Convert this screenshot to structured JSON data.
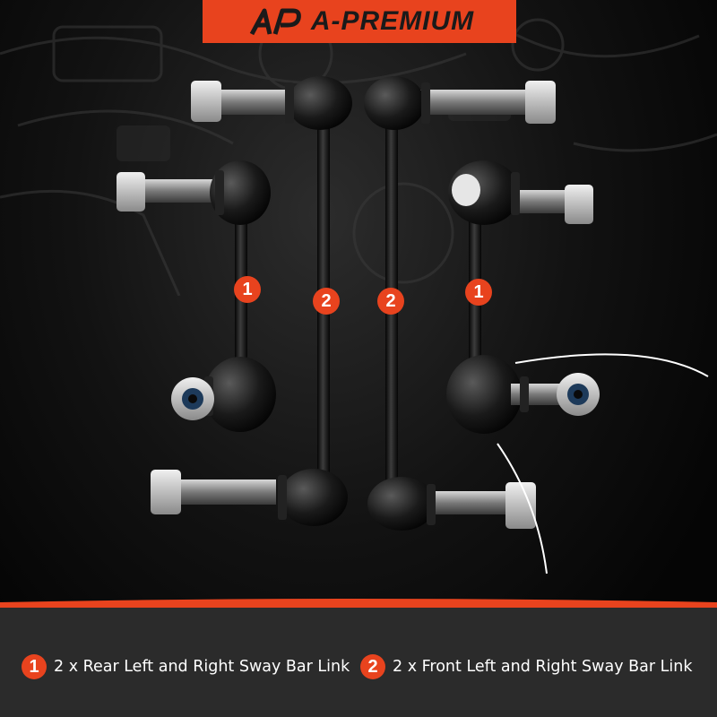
{
  "brand": {
    "name": "A-PREMIUM",
    "accent_color": "#e8431e",
    "logo_icon": "ap-logo-mark"
  },
  "markers": {
    "rear_number": "1",
    "front_number": "2"
  },
  "captions": [
    {
      "number": "1",
      "text": "2 x Rear Left and Right Sway Bar Link"
    },
    {
      "number": "2",
      "text": "2 x Front Left and Right Sway Bar Link"
    }
  ]
}
